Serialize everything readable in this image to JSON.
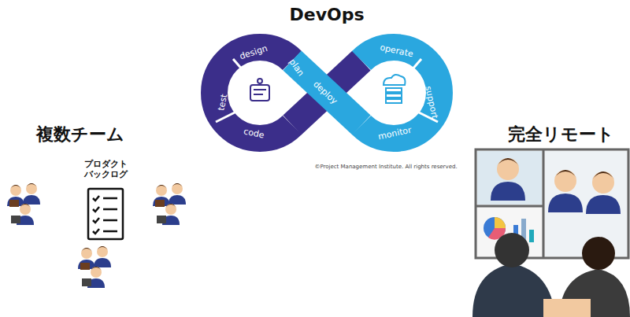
{
  "diagram": {
    "title": "DevOps",
    "labels": [
      "design",
      "plan",
      "test",
      "code",
      "deploy",
      "operate",
      "support",
      "monitor",
      "©Project Management Institute. All rights reserved.",
      "複数チーム",
      "プロダクト バックログ",
      "完全リモート"
    ]
  }
}
